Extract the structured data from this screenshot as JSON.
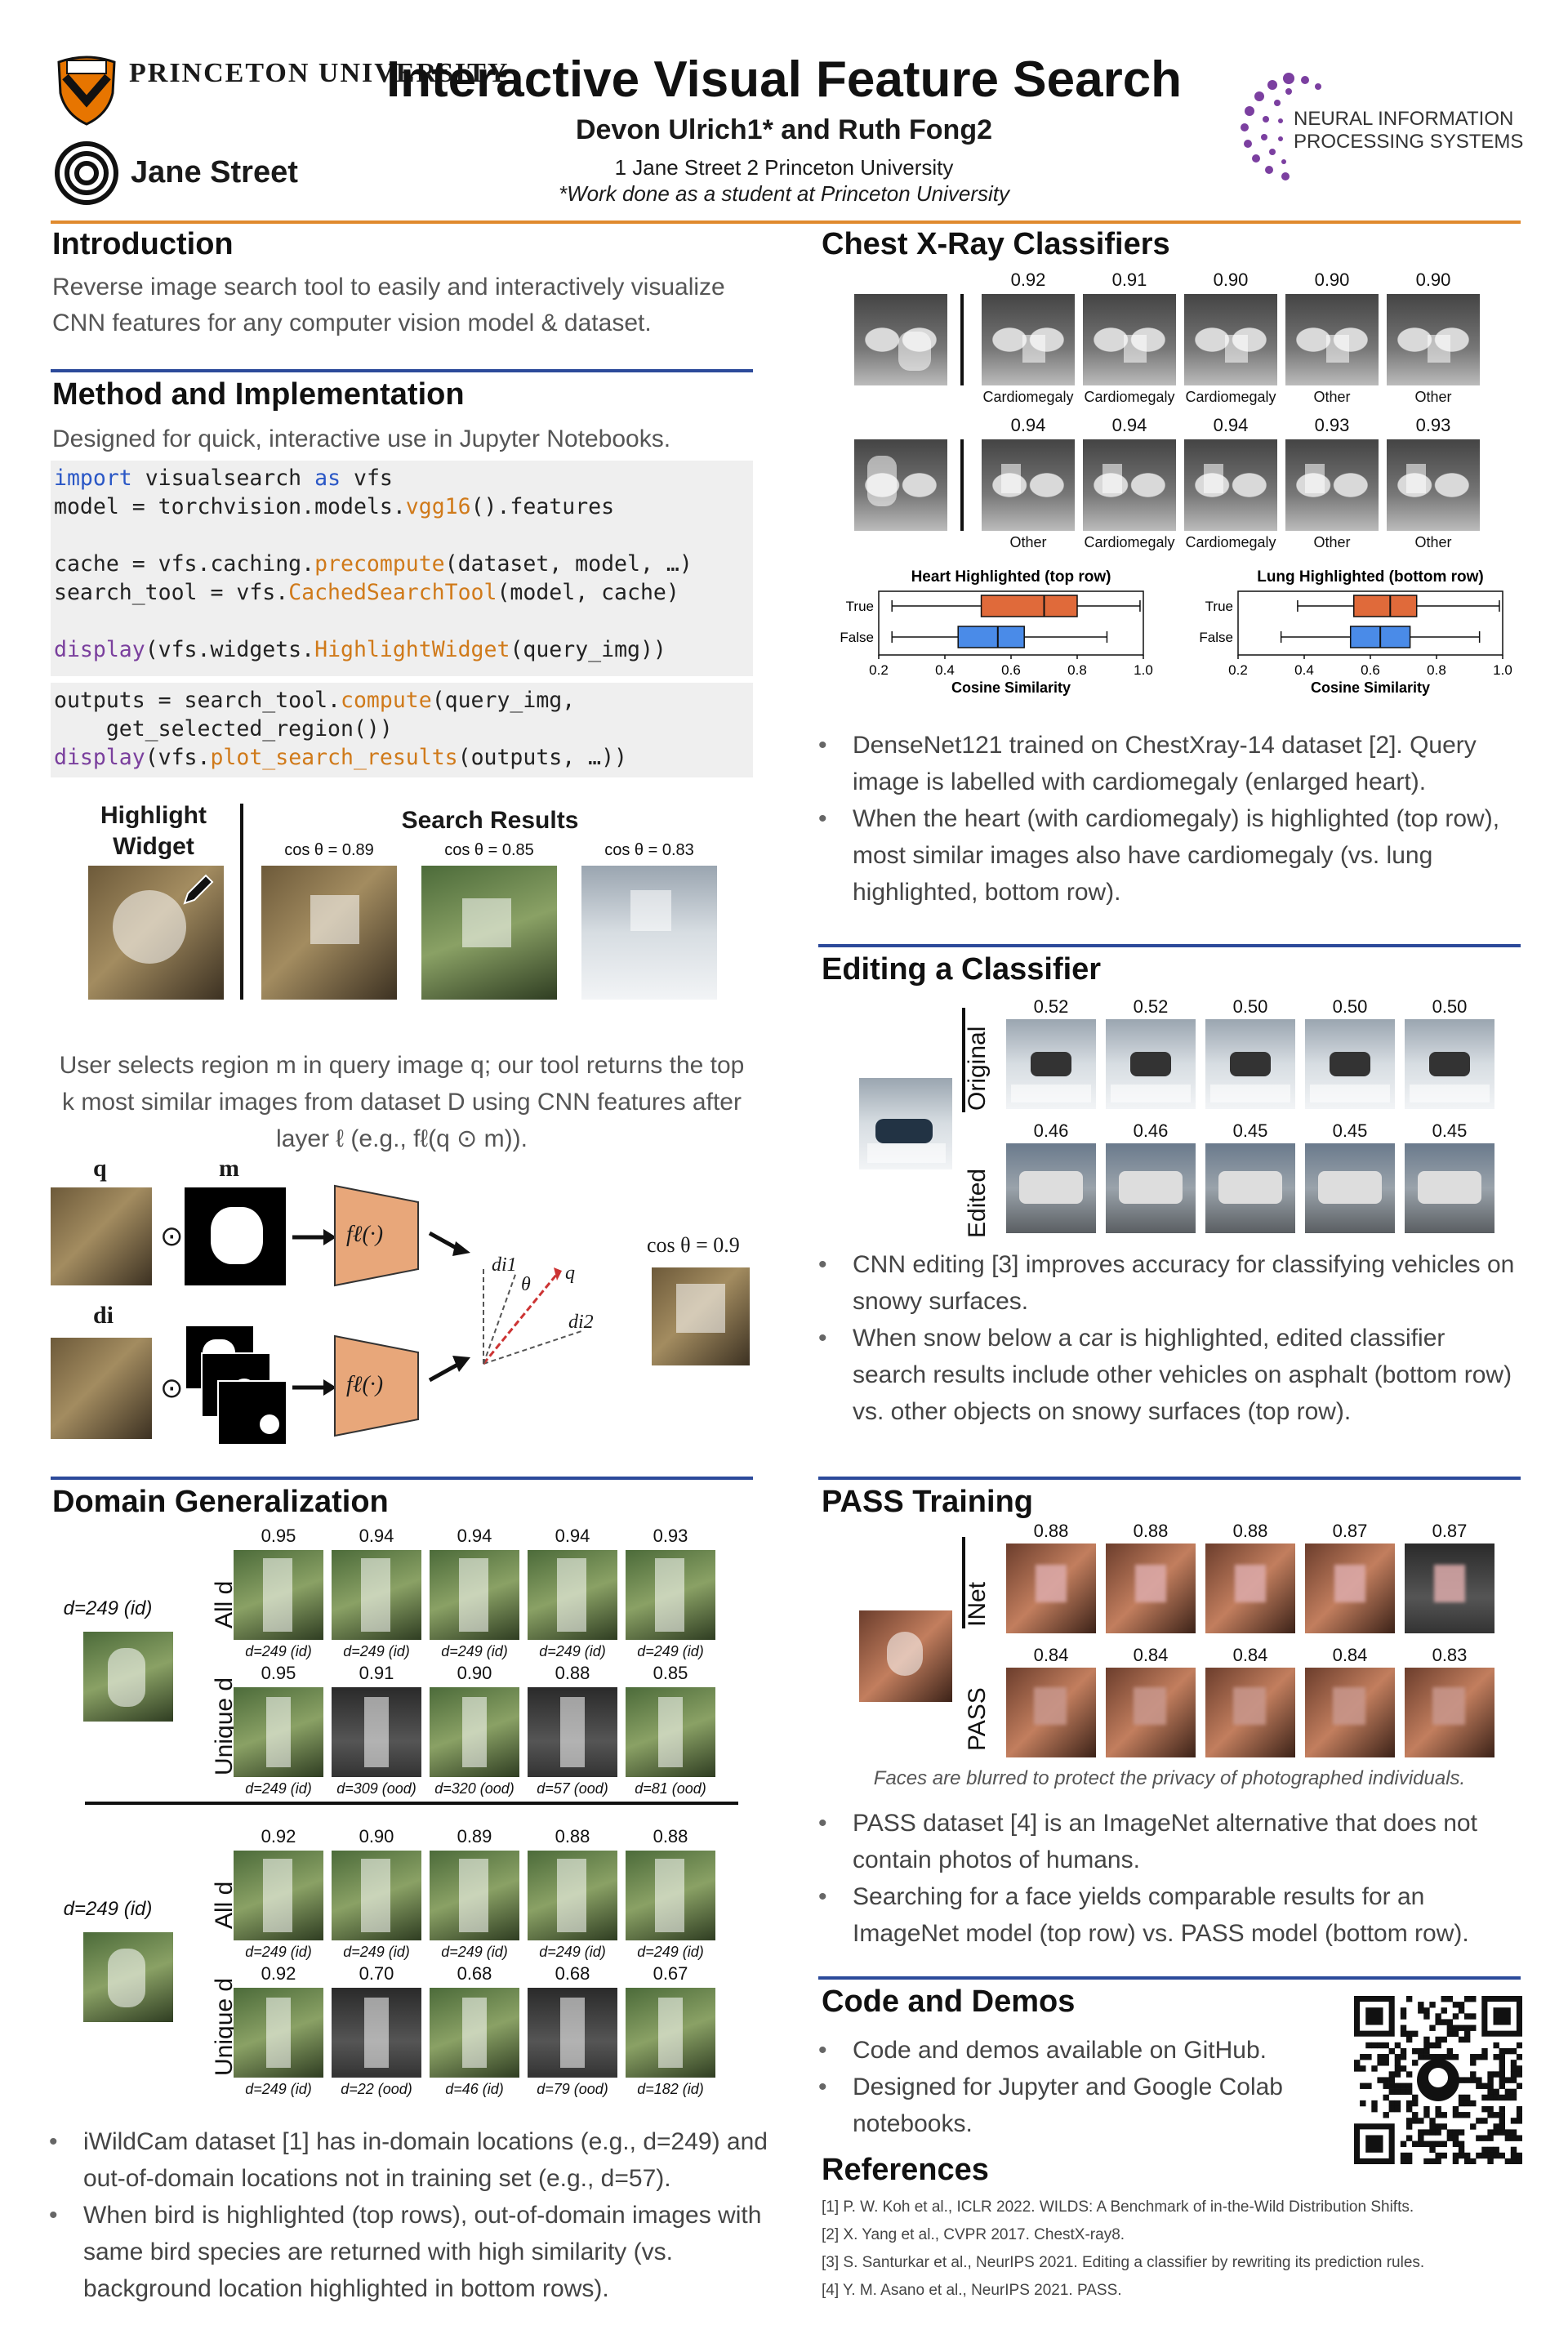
{
  "header": {
    "title": "Interactive Visual Feature Search",
    "authors": "Devon Ulrich1* and Ruth Fong2",
    "affiliations": "1 Jane Street   2 Princeton University",
    "note": "*Work done as a student at Princeton University",
    "logo_princeton": "PRINCETON UNIVERSITY",
    "logo_janestreet": "Jane Street",
    "logo_neurips": "NEURAL INFORMATION PROCESSING SYSTEMS"
  },
  "intro": {
    "heading": "Introduction",
    "text": "Reverse image search tool to easily and interactively visualize CNN features for any computer vision model & dataset."
  },
  "method": {
    "heading": "Method and Implementation",
    "text": "Designed for quick, interactive use in Jupyter Notebooks.",
    "highlight_label": "Highlight Widget",
    "results_label": "Search Results",
    "results_cos": [
      "cos θ = 0.89",
      "cos θ = 0.85",
      "cos θ = 0.83"
    ],
    "explain": "User selects region m in query image q; our tool returns the top k most similar images from dataset D using CNN features after layer ℓ (e.g., fℓ(q ⊙ m)).",
    "diagram": {
      "q": "q",
      "m": "m",
      "di": "di",
      "f": "fℓ(·)",
      "cos": "cos θ = 0.9",
      "di1": "di1",
      "di2": "di2",
      "qv": "q",
      "theta": "θ"
    }
  },
  "domain": {
    "heading": "Domain Generalization",
    "block1": {
      "query": "d=249 (id)",
      "row_all": "All d",
      "row_unique": "Unique d",
      "all_scores": [
        "0.95",
        "0.94",
        "0.94",
        "0.94",
        "0.93"
      ],
      "all_labels": [
        "d=249 (id)",
        "d=249 (id)",
        "d=249 (id)",
        "d=249 (id)",
        "d=249 (id)"
      ],
      "unique_scores": [
        "0.95",
        "0.91",
        "0.90",
        "0.88",
        "0.85"
      ],
      "unique_labels": [
        "d=249 (id)",
        "d=309 (ood)",
        "d=320 (ood)",
        "d=57 (ood)",
        "d=81 (ood)"
      ]
    },
    "block2": {
      "query": "d=249 (id)",
      "row_all": "All d",
      "row_unique": "Unique d",
      "all_scores": [
        "0.92",
        "0.90",
        "0.89",
        "0.88",
        "0.88"
      ],
      "all_labels": [
        "d=249 (id)",
        "d=249 (id)",
        "d=249 (id)",
        "d=249 (id)",
        "d=249 (id)"
      ],
      "unique_scores": [
        "0.92",
        "0.70",
        "0.68",
        "0.68",
        "0.67"
      ],
      "unique_labels": [
        "d=249 (id)",
        "d=22 (ood)",
        "d=46 (id)",
        "d=79 (ood)",
        "d=182 (id)"
      ]
    },
    "bullets": [
      "iWildCam dataset [1] has in-domain locations (e.g., d=249) and out-of-domain locations not in training set (e.g., d=57).",
      "When bird is highlighted (top rows), out-of-domain images with same bird species are returned with high similarity (vs. background location highlighted in bottom rows)."
    ]
  },
  "xray": {
    "heading": "Chest X-Ray Classifiers",
    "top_scores": [
      "0.92",
      "0.91",
      "0.90",
      "0.90",
      "0.90"
    ],
    "top_labels": [
      "Cardiomegaly",
      "Cardiomegaly",
      "Cardiomegaly",
      "Other",
      "Other"
    ],
    "bottom_scores": [
      "0.94",
      "0.94",
      "0.94",
      "0.93",
      "0.93"
    ],
    "bottom_labels": [
      "Other",
      "Cardiomegaly",
      "Cardiomegaly",
      "Other",
      "Other"
    ],
    "bullets": [
      "DenseNet121 trained on ChestXray-14 dataset [2]. Query image is labelled with cardiomegaly (enlarged heart).",
      "When the heart (with cardiomegaly) is highlighted (top row), most similar images also have cardiomegaly (vs. lung highlighted, bottom row)."
    ]
  },
  "chart_data": [
    {
      "type": "box",
      "title": "Heart Highlighted (top row)",
      "xlabel": "Cosine Similarity",
      "categories": [
        "True",
        "False"
      ],
      "xlim": [
        0.2,
        1.0
      ],
      "xticks": [
        "0.2",
        "0.4",
        "0.6",
        "0.8",
        "1.0"
      ],
      "boxes": [
        {
          "name": "True",
          "whisker_low": 0.24,
          "q1": 0.51,
          "median": 0.7,
          "q3": 0.8,
          "whisker_high": 0.99,
          "color": "#e06a3a"
        },
        {
          "name": "False",
          "whisker_low": 0.24,
          "q1": 0.44,
          "median": 0.56,
          "q3": 0.64,
          "whisker_high": 0.89,
          "color": "#4a8be8"
        }
      ]
    },
    {
      "type": "box",
      "title": "Lung Highlighted (bottom row)",
      "xlabel": "Cosine Similarity",
      "categories": [
        "True",
        "False"
      ],
      "xlim": [
        0.2,
        1.0
      ],
      "xticks": [
        "0.2",
        "0.4",
        "0.6",
        "0.8",
        "1.0"
      ],
      "boxes": [
        {
          "name": "True",
          "whisker_low": 0.38,
          "q1": 0.55,
          "median": 0.66,
          "q3": 0.74,
          "whisker_high": 0.99,
          "color": "#e06a3a"
        },
        {
          "name": "False",
          "whisker_low": 0.33,
          "q1": 0.54,
          "median": 0.63,
          "q3": 0.72,
          "whisker_high": 0.93,
          "color": "#4a8be8"
        }
      ]
    }
  ],
  "editing": {
    "heading": "Editing a Classifier",
    "row_original": "Original",
    "row_edited": "Edited",
    "original_scores": [
      "0.52",
      "0.52",
      "0.50",
      "0.50",
      "0.50"
    ],
    "edited_scores": [
      "0.46",
      "0.46",
      "0.45",
      "0.45",
      "0.45"
    ],
    "bullets": [
      "CNN editing [3] improves accuracy for classifying vehicles on snowy surfaces.",
      "When snow below a car is highlighted, edited classifier search results include other vehicles on asphalt (bottom row) vs. other objects on snowy surfaces (top row)."
    ]
  },
  "pass": {
    "heading": "PASS Training",
    "row_inet": "INet",
    "row_pass": "PASS",
    "inet_scores": [
      "0.88",
      "0.88",
      "0.88",
      "0.87",
      "0.87"
    ],
    "pass_scores": [
      "0.84",
      "0.84",
      "0.84",
      "0.84",
      "0.83"
    ],
    "caption": "Faces are blurred to protect the privacy of photographed individuals.",
    "bullets": [
      "PASS dataset [4] is an ImageNet alternative that does not contain photos of humans.",
      "Searching for a face yields comparable results for an ImageNet model (top row) vs. PASS model (bottom row)."
    ]
  },
  "code_demos": {
    "heading": "Code and Demos",
    "bullets": [
      "Code and demos available on GitHub.",
      "Designed for Jupyter and Google Colab notebooks."
    ]
  },
  "references": {
    "heading": "References",
    "items": [
      "[1] P. W. Koh et al., ICLR 2022. WILDS: A Benchmark of in-the-Wild Distribution Shifts.",
      "[2] X. Yang et al., CVPR 2017. ChestX-ray8.",
      "[3] S. Santurkar et al., NeurIPS 2021. Editing a classifier by rewriting its prediction rules.",
      "[4] Y. M. Asano et al., NeurIPS 2021. PASS."
    ]
  },
  "colors": {
    "accent_orange": "#e08a2e",
    "section_blue": "#2c4a9a",
    "princeton_orange": "#e77500",
    "neurips_purple": "#7b3fa0"
  }
}
